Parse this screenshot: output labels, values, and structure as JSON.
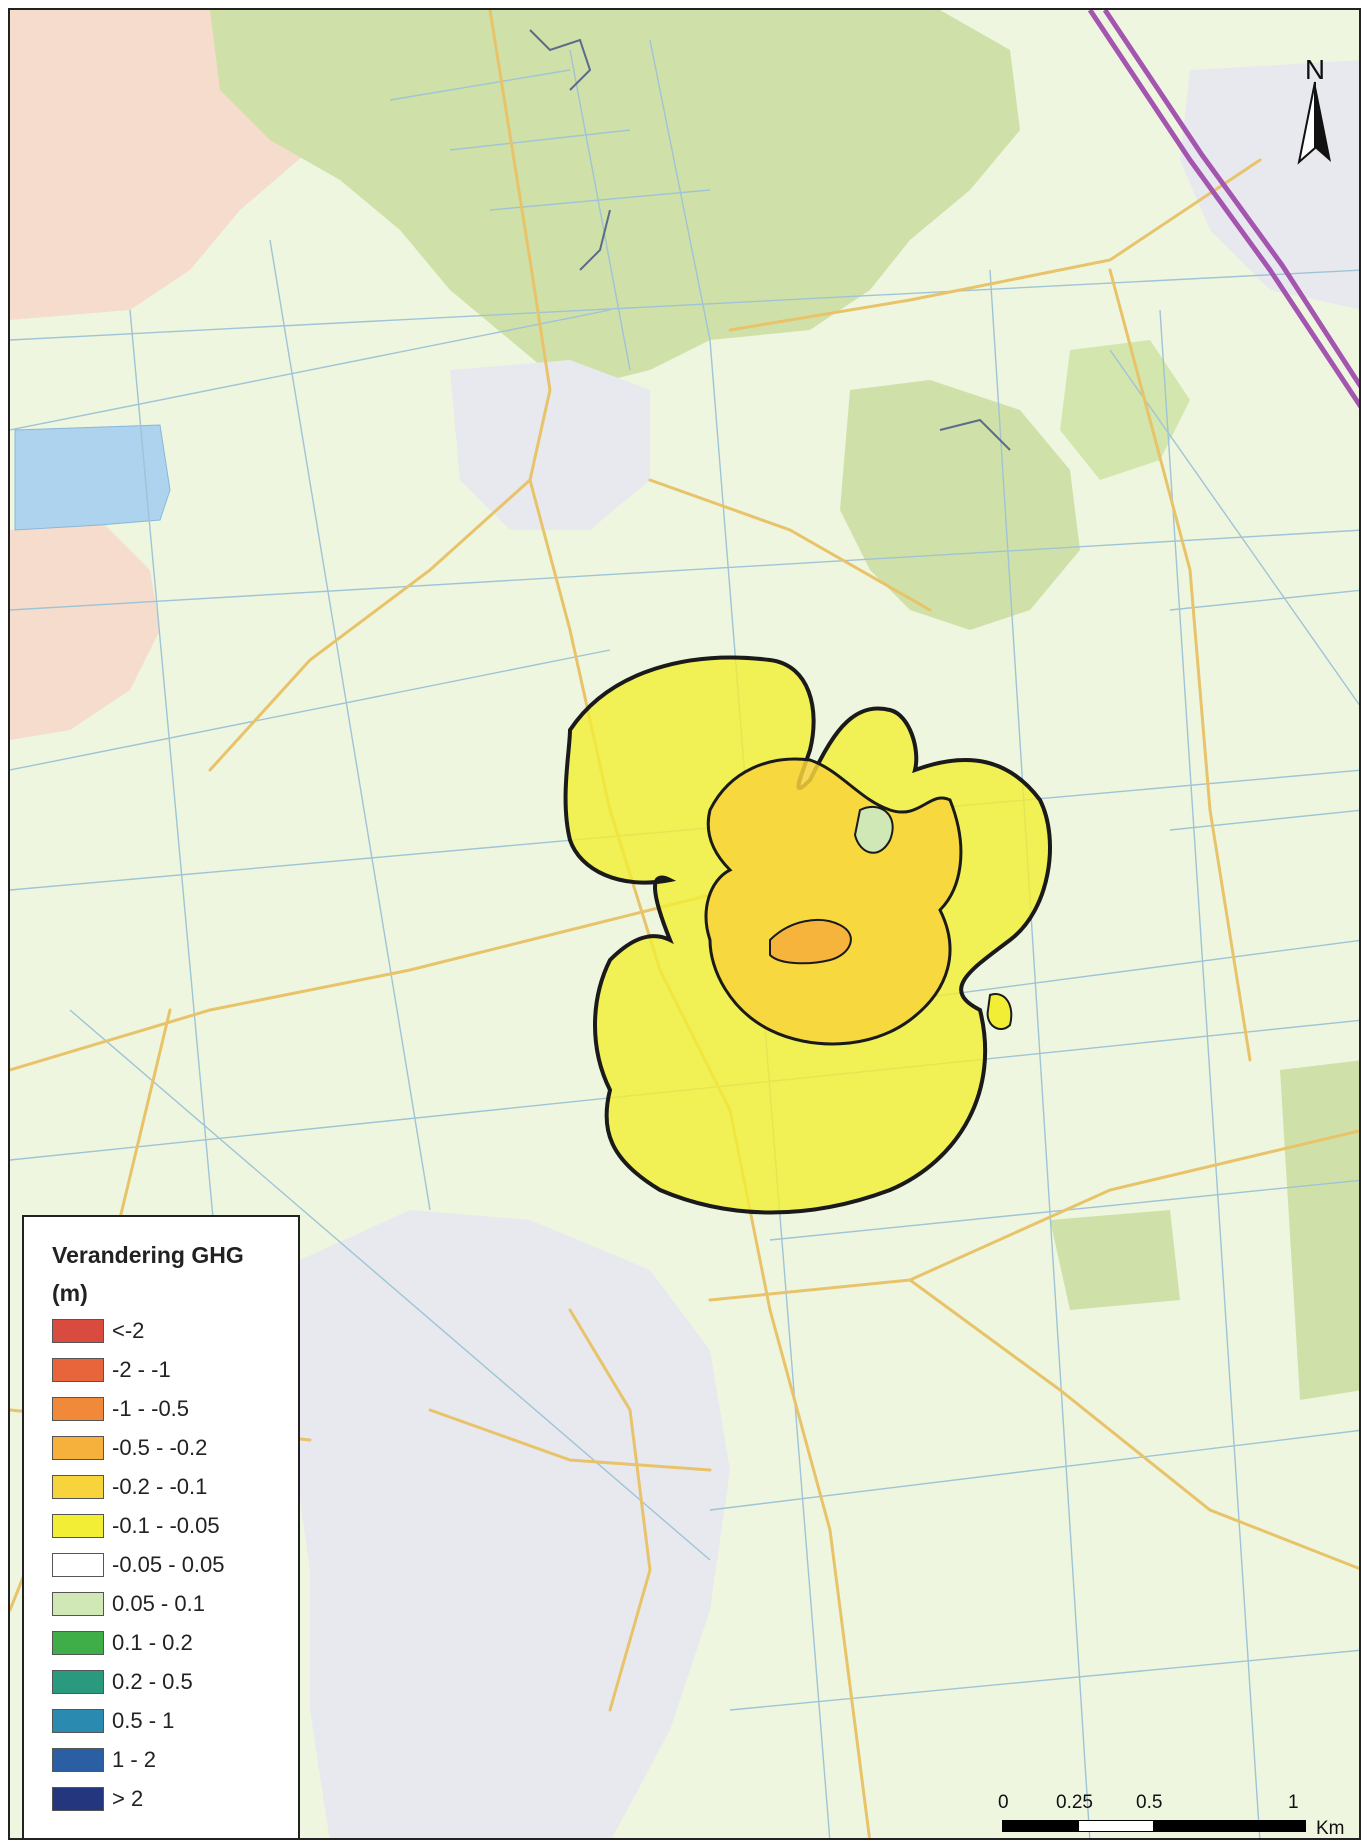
{
  "north_label": "N",
  "legend": {
    "title": "Verandering GHG",
    "unit": "(m)",
    "classes": [
      {
        "label": "<-2",
        "color": "#d94b3f"
      },
      {
        "label": "-2 - -1",
        "color": "#e8643a"
      },
      {
        "label": "-1 - -0.5",
        "color": "#f08a3a"
      },
      {
        "label": "-0.5 - -0.2",
        "color": "#f6b03c"
      },
      {
        "label": "-0.2 - -0.1",
        "color": "#f8d43c"
      },
      {
        "label": "-0.1 - -0.05",
        "color": "#f2ee36"
      },
      {
        "label": "-0.05 - 0.05",
        "color": "#ffffff"
      },
      {
        "label": "0.05 - 0.1",
        "color": "#cfe8b6"
      },
      {
        "label": "0.1 - 0.2",
        "color": "#3fae49"
      },
      {
        "label": "0.2 - 0.5",
        "color": "#2a9a7e"
      },
      {
        "label": "0.5 - 1",
        "color": "#2a8ab0"
      },
      {
        "label": "1 - 2",
        "color": "#2a5fa3"
      },
      {
        "label": "> 2",
        "color": "#23367e"
      }
    ]
  },
  "scalebar": {
    "ticks": [
      "0",
      "0.25",
      "0.5",
      "1"
    ],
    "unit": "Km"
  },
  "colors": {
    "field": "#eef6e0",
    "forest": "#cfe1a8",
    "water": "#aed3ee",
    "heath": "#f5dccc",
    "road": "#e8c36a",
    "parcel": "#9fc4d6",
    "highway": "#a455b0"
  }
}
